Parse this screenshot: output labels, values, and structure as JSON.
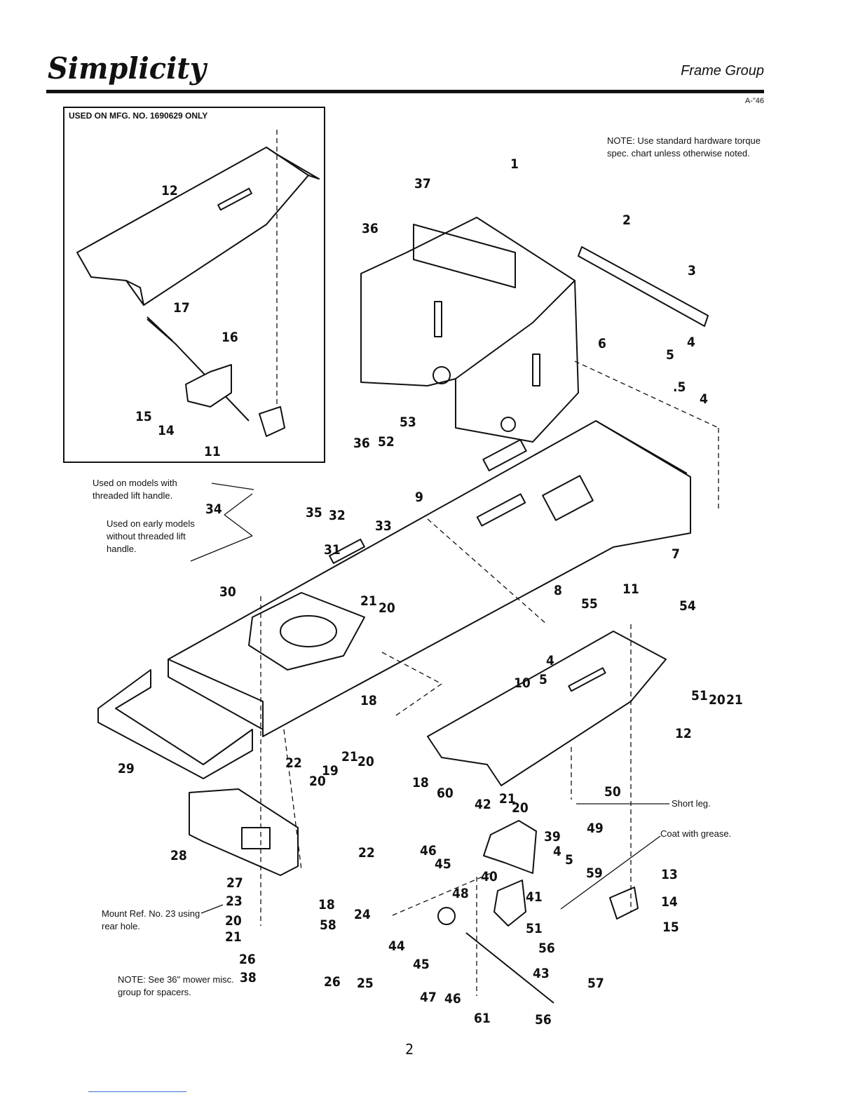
{
  "header": {
    "brand": "Simplicity",
    "section_title": "Frame Group",
    "doc_code": "A-\"46"
  },
  "inset": {
    "title": "USED ON MFG. NO. 1690629 ONLY"
  },
  "notes": {
    "torque": "NOTE: Use standard hardware torque spec. chart unless otherwise noted.",
    "threaded": "Used on models with threaded lift handle.",
    "early": "Used on early models without threaded lift handle.",
    "mount": "Mount Ref. No. 23 using rear hole.",
    "spacers": "NOTE: See 36\" mower misc. group for spacers.",
    "short_leg": "Short leg.",
    "grease": "Coat with grease."
  },
  "callouts": [
    "12",
    "17",
    "16",
    "15",
    "14",
    "11",
    "1",
    "37",
    "36",
    "2",
    "3",
    "4",
    "5",
    "6",
    ".5",
    "4",
    "53",
    "36",
    "52",
    "34",
    "35",
    "32",
    "9",
    "33",
    "31",
    "7",
    "30",
    "21",
    "20",
    "8",
    "55",
    "11",
    "54",
    "10",
    "4",
    "5",
    "51",
    "20",
    "21",
    "12",
    "18",
    "29",
    "22",
    "19",
    "21",
    "20",
    "20",
    "22",
    "28",
    "18",
    "60",
    "42",
    "21",
    "20",
    "49",
    "50",
    "46",
    "45",
    "39",
    "4",
    "5",
    "59",
    "13",
    "14",
    "15",
    "40",
    "41",
    "48",
    "27",
    "23",
    "18",
    "58",
    "24",
    "20",
    "21",
    "44",
    "45",
    "51",
    "56",
    "57",
    "26",
    "25",
    "38",
    "26",
    "47",
    "46",
    "43",
    "61",
    "56"
  ],
  "page_number": "2",
  "colors": {
    "ink": "#111111",
    "paper": "#ffffff",
    "link_rule": "#3a6fd8"
  }
}
